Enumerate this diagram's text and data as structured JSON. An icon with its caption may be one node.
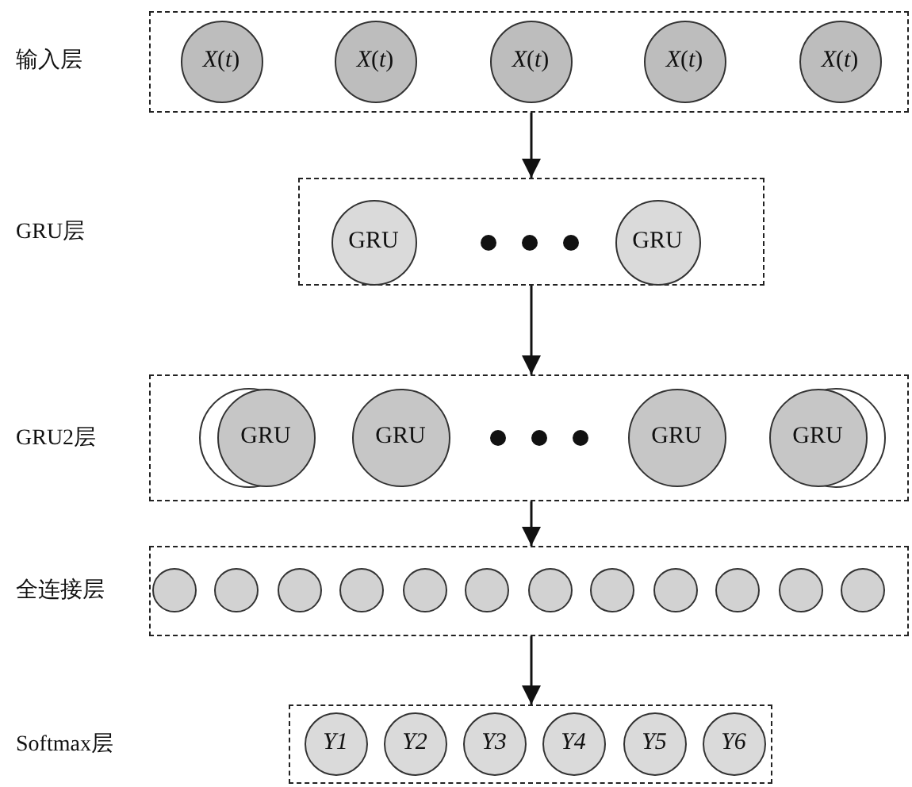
{
  "diagram": {
    "nodes": [
      {
        "text": [],
        "shape": "box"
      },
      {
        "text": [
          "*X*(*t*)"
        ],
        "in": 0
      },
      {
        "text": [
          "*X*(*t*)"
        ],
        "in": 0
      },
      {
        "text": [
          "*X*(*t*)"
        ],
        "in": 0
      },
      {
        "text": [
          "*X*(*t*)"
        ],
        "in": 0
      },
      {
        "text": [
          "*X*(*t*)"
        ],
        "in": 0
      },
      {
        "text": [],
        "shape": "box"
      },
      {
        "text": [
          "GRU"
        ],
        "in": 6
      },
      {
        "text": [
          "GRU"
        ],
        "in": 6
      },
      {
        "text": [],
        "shape": "box"
      },
      {
        "text": [
          "GRU"
        ],
        "in": 9
      },
      {
        "text": [
          "GRU"
        ],
        "in": 9
      },
      {
        "text": [
          "GRU"
        ],
        "in": 9
      },
      {
        "text": [
          "GRU"
        ],
        "in": 9
      },
      {
        "text": [],
        "shape": "box"
      },
      {
        "text": [],
        "shape": "circle",
        "in": 14
      },
      {
        "text": [],
        "shape": "circle",
        "in": 14
      },
      {
        "text": [],
        "shape": "circle",
        "in": 14
      },
      {
        "text": [],
        "shape": "circle",
        "in": 14
      },
      {
        "text": [],
        "shape": "circle",
        "in": 14
      },
      {
        "text": [],
        "shape": "circle",
        "in": 14
      },
      {
        "text": [],
        "shape": "circle",
        "in": 14
      },
      {
        "text": [],
        "shape": "circle",
        "in": 14
      },
      {
        "text": [],
        "shape": "circle",
        "in": 14
      },
      {
        "text": [],
        "shape": "circle",
        "in": 14
      },
      {
        "text": [],
        "shape": "circle",
        "in": 14
      },
      {
        "text": [],
        "shape": "circle",
        "in": 14
      },
      {
        "text": [],
        "shape": "box"
      },
      {
        "text": [
          "Y1"
        ],
        "in": 27
      },
      {
        "text": [
          "Y2"
        ],
        "in": 27
      },
      {
        "text": [
          "Y3"
        ],
        "in": 27
      },
      {
        "text": [
          "Y4"
        ],
        "in": 27
      },
      {
        "text": [
          "Y5"
        ],
        "in": 27
      },
      {
        "text": [
          "Y6"
        ],
        "in": 27
      }
    ],
    "edges": [
      {
        "from": 0,
        "to": 6,
        "arrow": "to"
      },
      {
        "from": 6,
        "to": 9,
        "arrow": "to"
      },
      {
        "from": 9,
        "to": 14,
        "arrow": "to"
      },
      {
        "from": 14,
        "to": 27,
        "arrow": "to"
      }
    ],
    "labels": [
      "输入层",
      "GRU层",
      "GRU2层",
      "全连接层",
      "Softmax层"
    ]
  }
}
